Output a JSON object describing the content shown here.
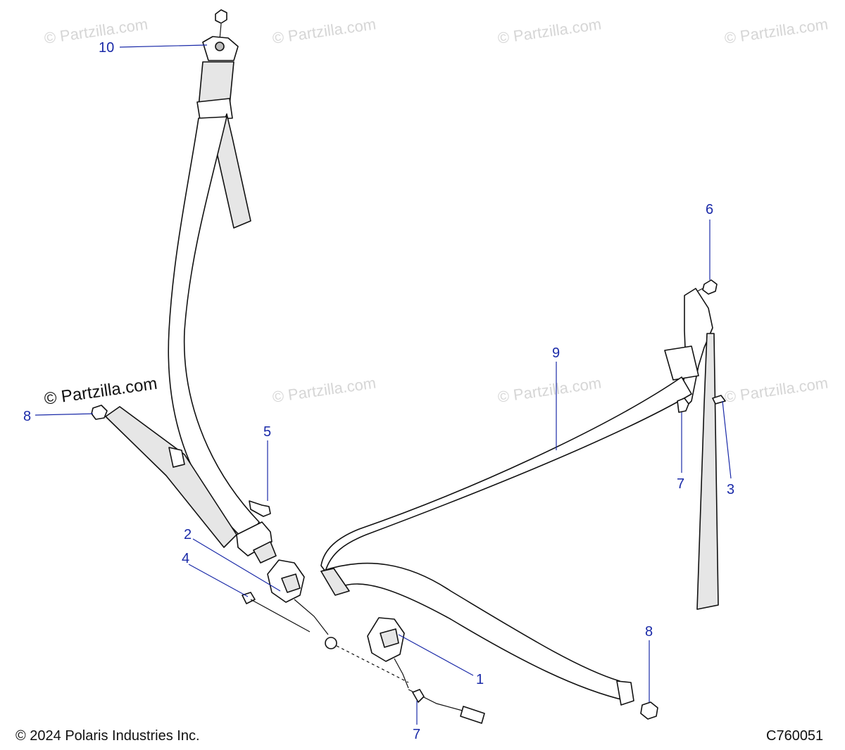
{
  "watermark": "© Partzilla.com",
  "callouts": {
    "c1": "1",
    "c2": "2",
    "c3": "3",
    "c4": "4",
    "c5": "5",
    "c6": "6",
    "c7a": "7",
    "c7b": "7",
    "c8a": "8",
    "c8b": "8",
    "c9": "9",
    "c10": "10"
  },
  "footer": {
    "copyright": "© 2024 Polaris Industries Inc.",
    "code": "C760051"
  }
}
